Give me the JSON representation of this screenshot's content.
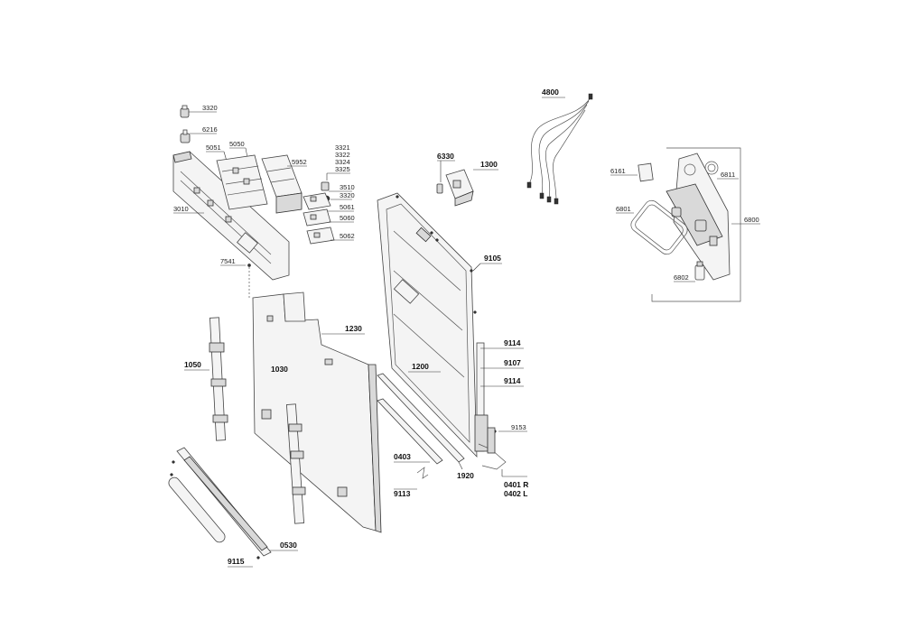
{
  "labels": {
    "l3320a": "3320",
    "l6216": "6216",
    "l5051": "5051",
    "l5050": "5050",
    "l5952": "5952",
    "l3321": "3321",
    "l3322": "3322",
    "l3324": "3324",
    "l3325": "3325",
    "l3510": "3510",
    "l3320b": "3320",
    "l5061": "5061",
    "l5060": "5060",
    "l5062": "5062",
    "l3010": "3010",
    "l7541": "7541",
    "l1230": "1230",
    "l1030": "1030",
    "l1050": "1050",
    "l0530": "0530",
    "l9115": "9115",
    "l6330": "6330",
    "l1300": "1300",
    "l4800": "4800",
    "l9105": "9105",
    "l9114a": "9114",
    "l9107": "9107",
    "l9114b": "9114",
    "l1200": "1200",
    "l9153": "9153",
    "l0403": "0403",
    "l1920": "1920",
    "l9113": "9113",
    "l0401": "0401 R",
    "l0402": "0402 L",
    "l6161": "6161",
    "l6811": "6811",
    "l6801": "6801",
    "l6800": "6800",
    "l6802": "6802"
  }
}
